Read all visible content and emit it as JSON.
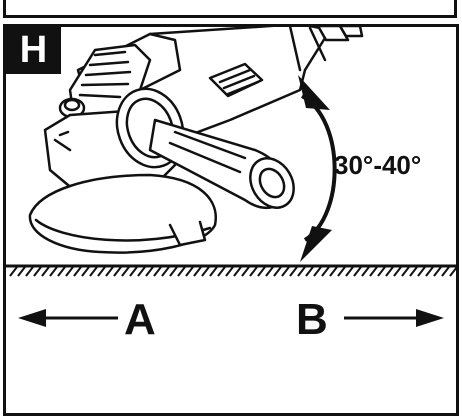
{
  "figure": {
    "label": "H"
  },
  "angle": {
    "label": "30°-40°"
  },
  "directions": {
    "left_label": "A",
    "right_label": "B"
  },
  "colors": {
    "ink": "#111111",
    "paper": "#ffffff"
  },
  "icons": {
    "tool": "angle-grinder-illustration",
    "angle_arrow": "curved-double-arrow-icon",
    "left_arrow": "arrow-left-icon",
    "right_arrow": "arrow-right-icon"
  }
}
